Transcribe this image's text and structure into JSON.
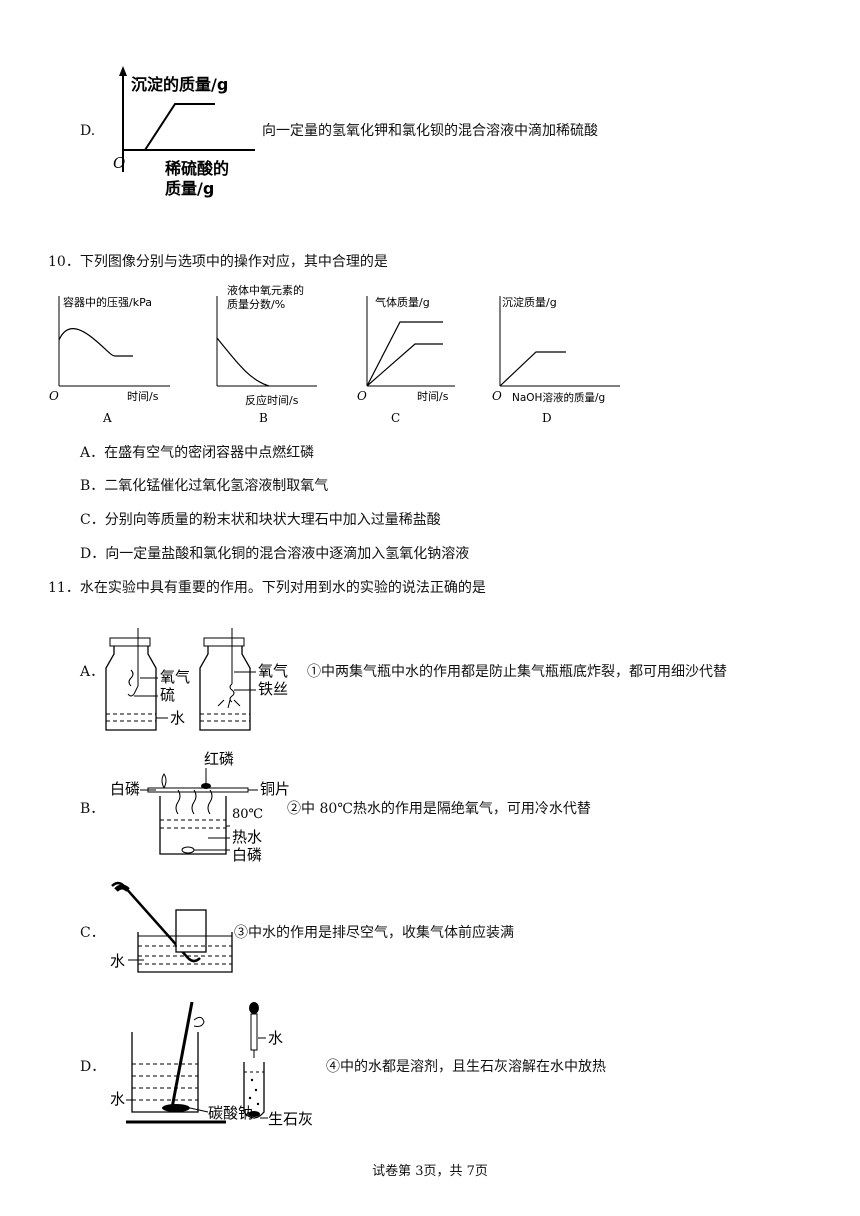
{
  "q9": {
    "d_letter": "D.",
    "d_text": "向一定量的氢氧化钾和氯化钡的混合溶液中滴加稀硫酸",
    "graph": {
      "y_label": "沉淀的质量/g",
      "x_label_1": "稀硫酸的",
      "x_label_2": "质量/g",
      "origin": "O"
    }
  },
  "q10": {
    "stem": "10．下列图像分别与选项中的操作对应，其中合理的是",
    "graphs": [
      {
        "caption": "A",
        "y_label": "容器中的压强/kPa",
        "x_label": "时间/s",
        "origin": "O"
      },
      {
        "caption": "B",
        "y_label_1": "液体中氧元素的",
        "y_label_2": "质量分数/%",
        "x_label": "反应时间/s",
        "origin": "O"
      },
      {
        "caption": "C",
        "y_label": "气体质量/g",
        "x_label": "时间/s",
        "origin": "O"
      },
      {
        "caption": "D",
        "y_label": "沉淀质量/g",
        "x_label": "NaOH溶液的质量/g",
        "origin": "O"
      }
    ],
    "options": [
      "A．在盛有空气的密闭容器中点燃红磷",
      "B．二氧化锰催化过氧化氢溶液制取氧气",
      "C．分别向等质量的粉末状和块状大理石中加入过量稀盐酸",
      "D．向一定量盐酸和氯化铜的混合溶液中逐滴加入氢氧化钠溶液"
    ]
  },
  "q11": {
    "stem": "11．水在实验中具有重要的作用。下列对用到水的实验的说法正确的是",
    "A": {
      "letter": "A．",
      "text": "①中两集气瓶中水的作用都是防止集气瓶瓶底炸裂，都可用细沙代替",
      "labels": [
        "氧气",
        "硫",
        "水",
        "氧气",
        "铁丝"
      ]
    },
    "B": {
      "letter": "B．",
      "text": "②中 80℃热水的作用是隔绝氧气，可用冷水代替",
      "labels": [
        "红磷",
        "白磷",
        "铜片",
        "80℃",
        "热水",
        "白磷"
      ]
    },
    "C": {
      "letter": "C．",
      "text": "③中水的作用是排尽空气，收集气体前应装满",
      "labels": [
        "水"
      ]
    },
    "D": {
      "letter": "D．",
      "text": "④中的水都是溶剂，且生石灰溶解在水中放热",
      "labels": [
        "水",
        "碳酸钠",
        "水",
        "生石灰"
      ]
    }
  },
  "footer": "试卷第 3页，共 7页"
}
